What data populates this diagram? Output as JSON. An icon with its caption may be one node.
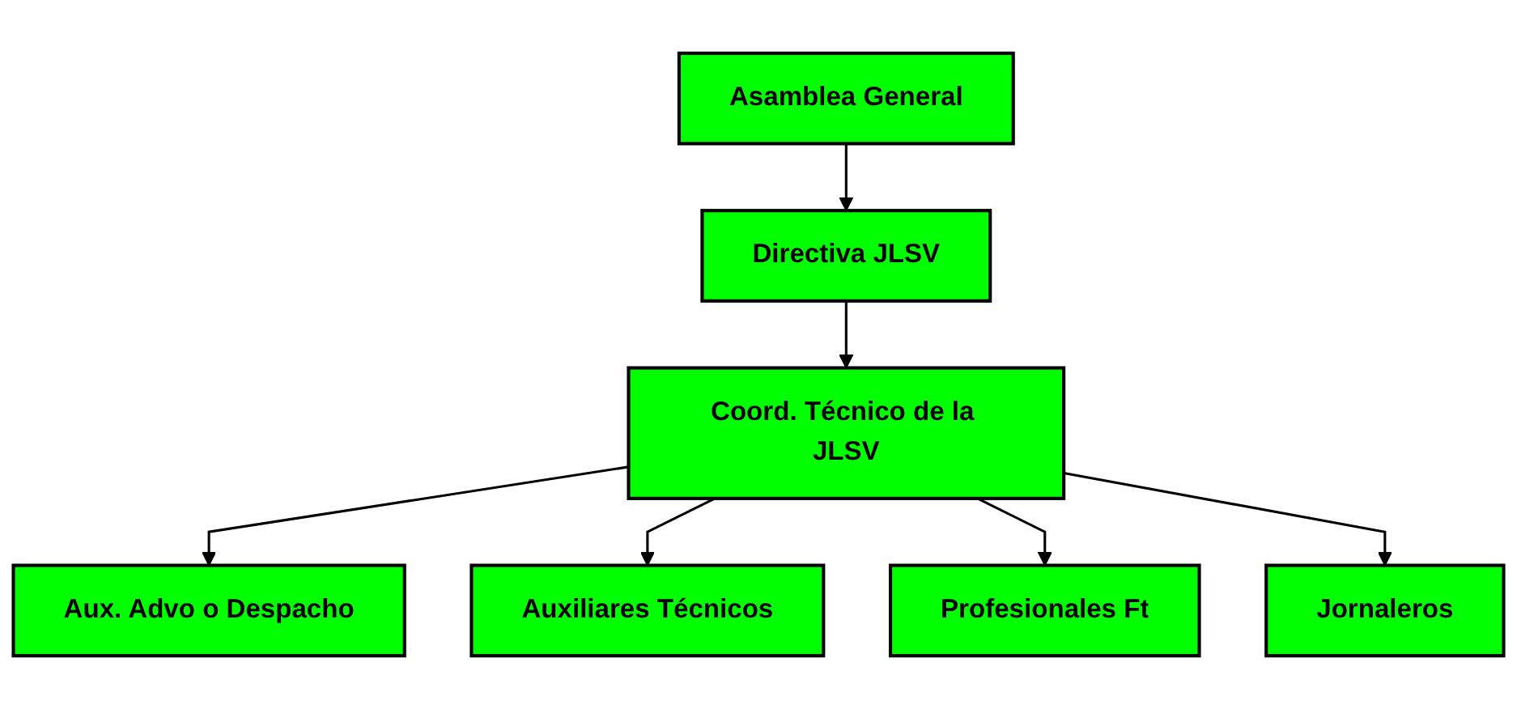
{
  "diagram": {
    "nodes": [
      {
        "text": [
          "Asamblea General"
        ]
      },
      {
        "text": [
          "Directiva JLSV"
        ]
      },
      {
        "text": [
          "Coord. Técnico de la JLSV"
        ]
      },
      {
        "text": [
          "Aux. Advo o Despacho"
        ]
      },
      {
        "text": [
          "Auxiliares Técnicos"
        ]
      },
      {
        "text": [
          "Profesionales Ft"
        ]
      },
      {
        "text": [
          "Jornaleros"
        ]
      }
    ],
    "edges": [
      {
        "from": 0,
        "to": 1,
        "arrow": "to"
      },
      {
        "from": 1,
        "to": 2,
        "arrow": "to"
      },
      {
        "from": 2,
        "to": 3,
        "arrow": "to"
      },
      {
        "from": 2,
        "to": 4,
        "arrow": "to"
      },
      {
        "from": 2,
        "to": 5,
        "arrow": "to"
      },
      {
        "from": 2,
        "to": 6,
        "arrow": "to"
      }
    ]
  }
}
